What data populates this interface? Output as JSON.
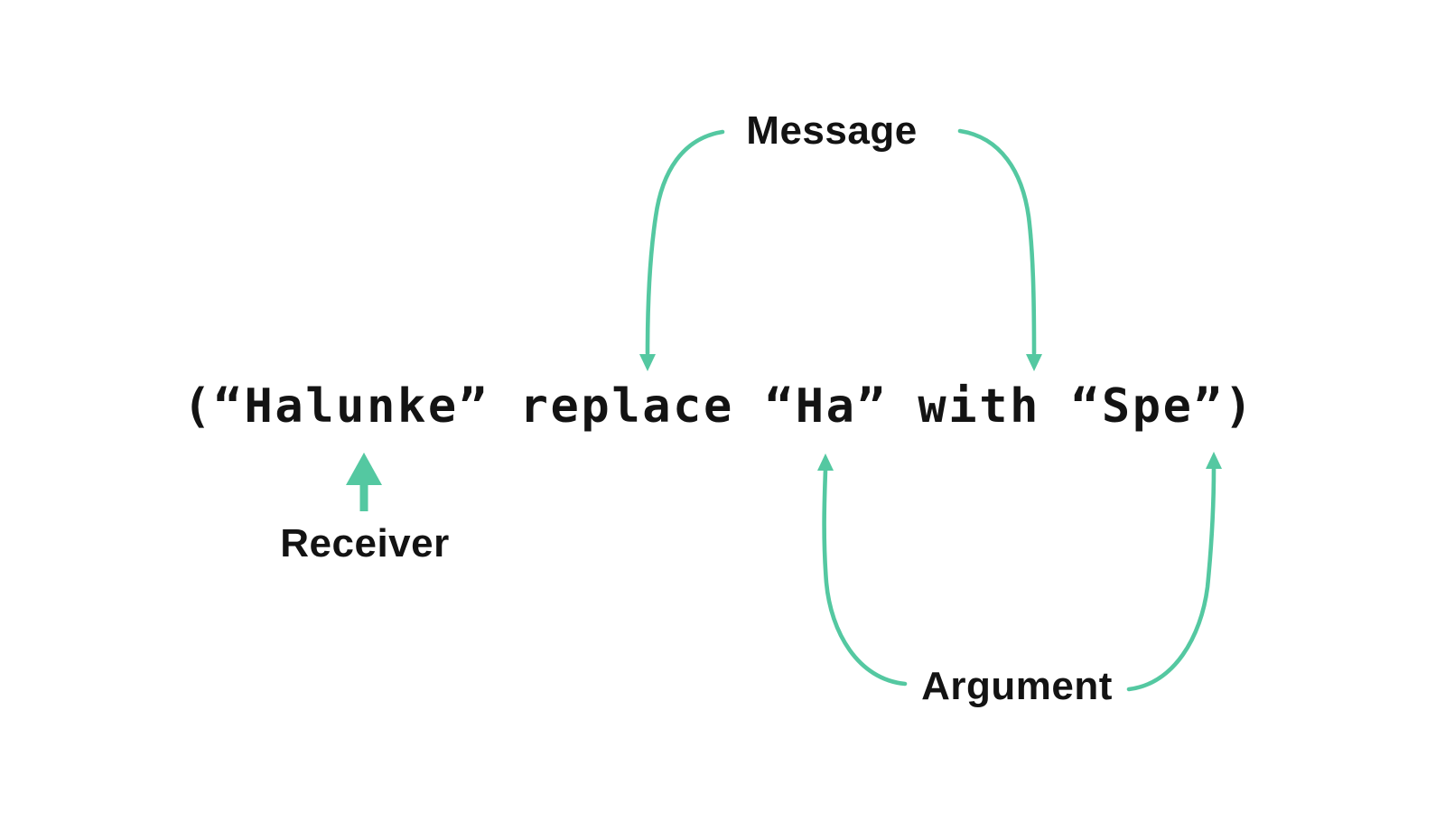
{
  "expression": {
    "code": "(“Halunke” replace “Ha” with “Spe”)"
  },
  "annotations": {
    "message": "Message",
    "receiver": "Receiver",
    "argument": "Argument"
  },
  "colors": {
    "arrow_green": "#54c8a1",
    "text_black": "#131313",
    "background": "#ffffff"
  }
}
